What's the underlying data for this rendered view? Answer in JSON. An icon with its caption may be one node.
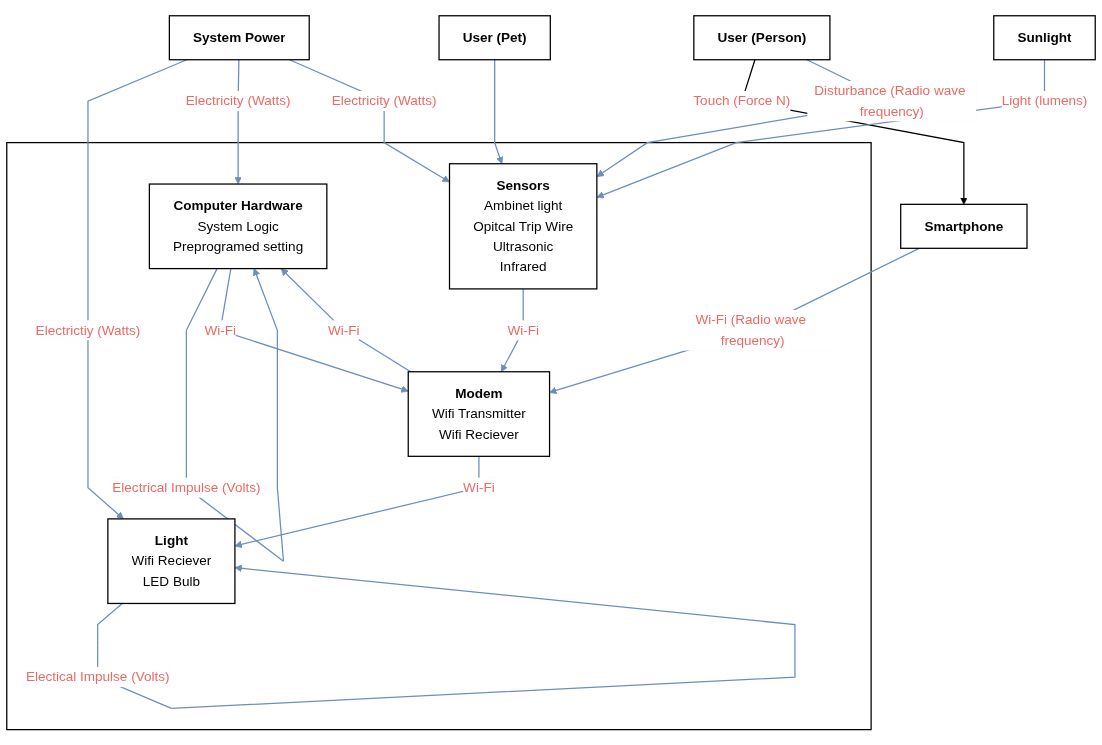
{
  "diagram": {
    "nodes": [
      {
        "text": [
          "System Power"
        ]
      },
      {
        "text": [],
        "shape": "box"
      },
      {
        "text": [
          "Light",
          "Wifi Reciever",
          "LED Bulb"
        ],
        "in": 1
      },
      {
        "text": [
          "Computer Hardware",
          "System Logic",
          "Preprogramed setting"
        ],
        "in": 1
      },
      {
        "text": [
          "Sensors",
          "Ambinet light",
          "Opitcal Trip Wire",
          "Ultrasonic",
          "Infrared"
        ],
        "in": 1
      },
      {
        "text": [
          "Modem",
          "Wifi Transmitter",
          "Wifi Reciever"
        ],
        "in": 1
      },
      {
        "text": [
          "Smartphone"
        ]
      },
      {
        "text": [
          "User (Person)"
        ]
      },
      {
        "text": [
          "User (Pet)"
        ]
      },
      {
        "text": [
          "Sunlight"
        ]
      }
    ],
    "edges": [
      {
        "from": 0,
        "to": 2,
        "arrow": "to",
        "label": "Electrictiy (Watts)"
      },
      {
        "from": 0,
        "to": 3,
        "arrow": "to",
        "label": "Electricity (Watts)"
      },
      {
        "from": 0,
        "to": 4,
        "arrow": "to",
        "label": "Electricity (Watts)"
      },
      {
        "from": 2,
        "to": 2,
        "arrow": "to",
        "label": "Electical Impulse (Volts)"
      },
      {
        "from": 3,
        "to": 3,
        "arrow": "to",
        "label": "Electrical Impulse (Volts)"
      },
      {
        "from": 5,
        "to": 2,
        "arrow": "to",
        "label": "Wi-Fi"
      },
      {
        "from": 5,
        "to": 3,
        "arrow": "to",
        "label": "Wi-Fi"
      },
      {
        "from": 3,
        "to": 5,
        "arrow": "to",
        "label": "Wi-Fi"
      },
      {
        "from": 4,
        "to": 5,
        "arrow": "to",
        "label": "Wi-Fi"
      },
      {
        "from": 6,
        "to": 5,
        "arrow": "to",
        "label": "Wi-Fi (Radio wave frequency)"
      },
      {
        "from": 7,
        "to": 6,
        "arrow": "to",
        "label": "Touch (Force N)",
        "color": "#000000"
      },
      {
        "from": 7,
        "to": 4,
        "arrow": "to",
        "label": "Disturbance (Radio wave frequency)"
      },
      {
        "from": 8,
        "to": 4,
        "arrow": "to"
      },
      {
        "from": 9,
        "to": 4,
        "arrow": "to",
        "label": "Light (lumens)"
      }
    ]
  }
}
